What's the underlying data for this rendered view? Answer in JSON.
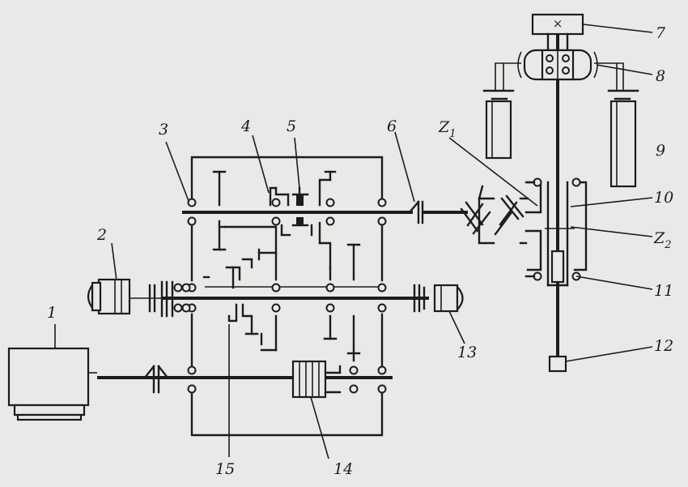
{
  "labels": {
    "l1": "1",
    "l2": "2",
    "l3": "3",
    "l4": "4",
    "l5": "5",
    "l6": "6",
    "l7": "7",
    "l8": "8",
    "l9": "9",
    "l10": "10",
    "l11": "11",
    "l12": "12",
    "l13": "13",
    "l14": "14",
    "l15": "15",
    "z1_base": "Z",
    "z1_sub": "1",
    "z2_base": "Z",
    "z2_sub": "2",
    "cross_mark": "×"
  }
}
